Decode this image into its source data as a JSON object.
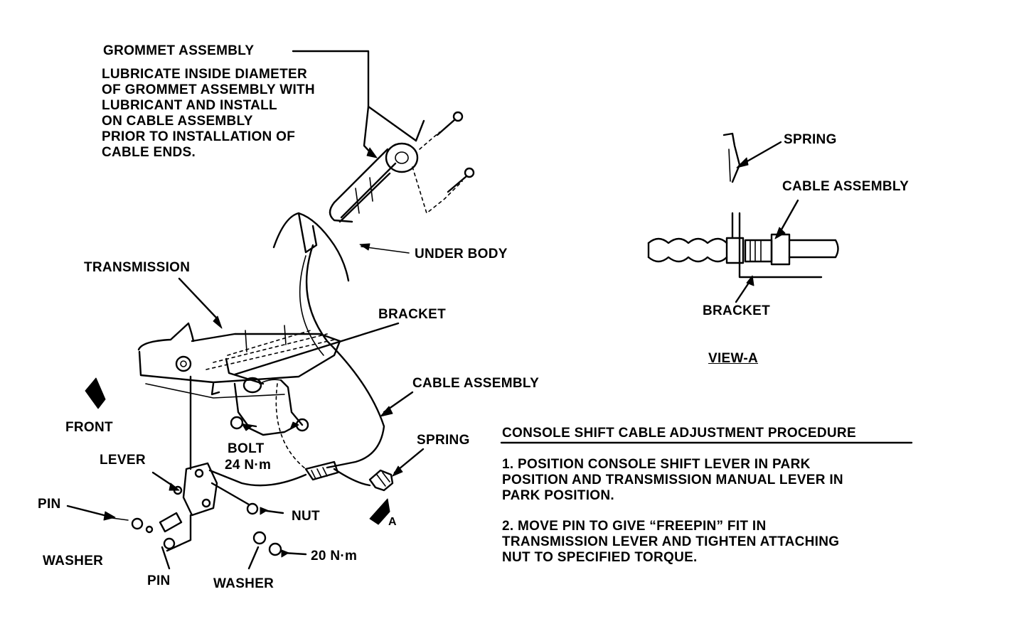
{
  "labels": {
    "grommet_assembly": "GROMMET ASSEMBLY",
    "grommet_note_lines": [
      "LUBRICATE INSIDE DIAMETER",
      "OF GROMMET ASSEMBLY WITH",
      "LUBRICANT AND INSTALL",
      "ON CABLE ASSEMBLY",
      "PRIOR TO INSTALLATION OF",
      "CABLE ENDS."
    ],
    "under_body": "UNDER BODY",
    "transmission": "TRANSMISSION",
    "bracket_main": "BRACKET",
    "cable_assembly_main": "CABLE ASSEMBLY",
    "front": "FRONT",
    "bolt": "BOLT",
    "bolt_torque": "24 N·m",
    "lever": "LEVER",
    "pin_left": "PIN",
    "washer_left": "WASHER",
    "pin_bottom": "PIN",
    "washer_bottom": "WASHER",
    "nut": "NUT",
    "nut_torque": "20 N·m",
    "spring_main": "SPRING",
    "view_a_marker": "A",
    "view_a_spring": "SPRING",
    "view_a_cable_assembly": "CABLE ASSEMBLY",
    "view_a_bracket": "BRACKET",
    "view_a_title": "VIEW-A"
  },
  "procedure": {
    "title": "CONSOLE SHIFT CABLE ADJUSTMENT PROCEDURE",
    "step1_lines": [
      "1. POSITION CONSOLE SHIFT LEVER IN PARK",
      "POSITION AND TRANSMISSION MANUAL LEVER IN",
      "PARK POSITION."
    ],
    "step2_lines": [
      "2. MOVE PIN TO GIVE “FREEPIN” FIT IN",
      "TRANSMISSION LEVER AND TIGHTEN ATTACHING",
      "NUT TO SPECIFIED TORQUE."
    ]
  },
  "icons": {
    "front_arrow": "front-direction-arrow-icon",
    "view_a_arrow": "view-a-direction-arrow-icon"
  },
  "colors": {
    "ink": "#000000",
    "paper": "#ffffff"
  }
}
